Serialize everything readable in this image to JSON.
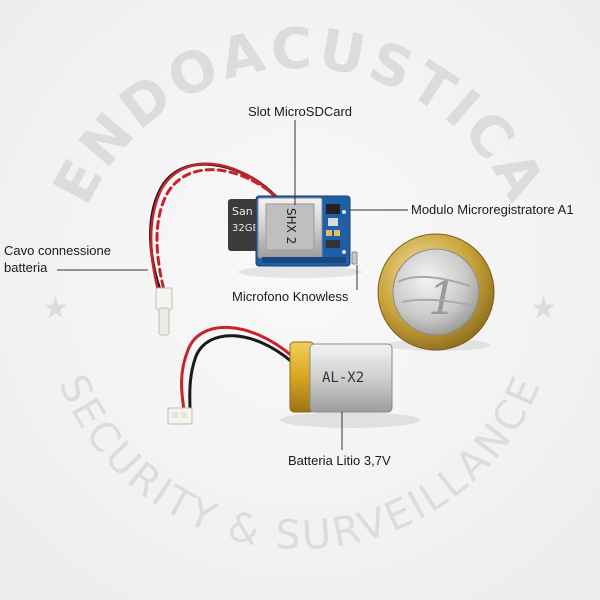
{
  "watermark": {
    "top_text": "ENDOACUSTICA",
    "bottom_text": "SECURITY & SURVEILLANCE",
    "star": "★"
  },
  "labels": {
    "slot": "Slot MicroSDCard",
    "modulo": "Modulo Microregistratore A1",
    "cavo_line1": "Cavo connessione",
    "cavo_line2": "batteria",
    "microfono": "Microfono Knowless",
    "batteria": "Batteria Litio 3,7V"
  },
  "printed": {
    "sd_brand": "San",
    "sd_capacity": "32GB",
    "board_marking": "SHX 2",
    "battery_marking": "AL-X2",
    "coin_value": "1"
  },
  "colors": {
    "pcb": "#1f5fa8",
    "wire_red": "#c8232a",
    "wire_black": "#1a1a1a",
    "battery_gold": "#d9a521",
    "coin_silver": "#c9c9c7",
    "coin_gold": "#c9a33a"
  }
}
